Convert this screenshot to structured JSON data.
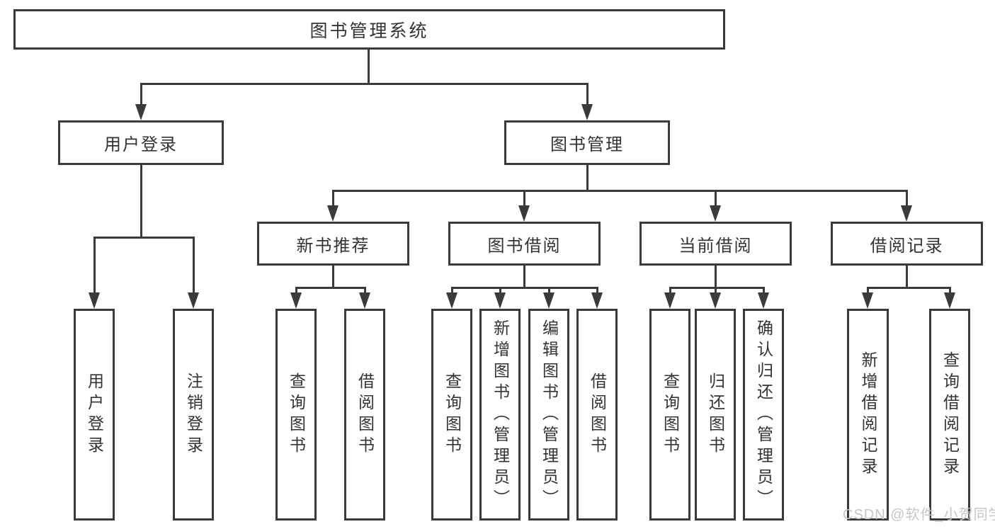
{
  "diagram": {
    "root": {
      "label": "图书管理系统"
    },
    "level1": [
      {
        "label": "用户登录"
      },
      {
        "label": "图书管理"
      }
    ],
    "level2": [
      {
        "label": "新书推荐"
      },
      {
        "label": "图书借阅"
      },
      {
        "label": "当前借阅"
      },
      {
        "label": "借阅记录"
      }
    ],
    "leaves": {
      "user_login": [
        "用户登录",
        "注销登录"
      ],
      "new_book_rec": [
        "查询图书",
        "借阅图书"
      ],
      "book_borrow": [
        "查询图书",
        "新增图书（管理员）",
        "编辑图书（管理员）",
        "借阅图书"
      ],
      "current_borrow": [
        "查询图书",
        "归还图书",
        "确认归还（管理员）"
      ],
      "borrow_records": [
        "新增借阅记录",
        "查询借阅记录"
      ]
    }
  },
  "watermark": {
    "text": "CSDN @软件_小贺同学"
  },
  "colors": {
    "line": "#3a3a3a",
    "box_background": "#ffffff",
    "text": "#333333",
    "watermark": "#c6c6c6"
  }
}
